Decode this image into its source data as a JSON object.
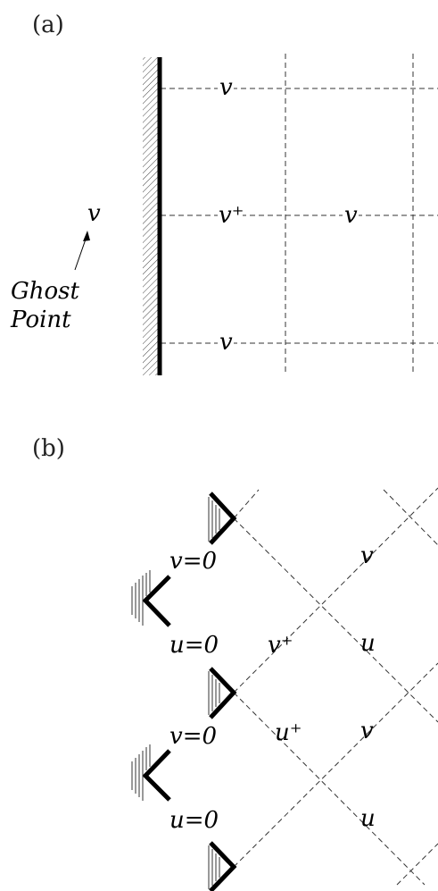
{
  "panel_a": {
    "label": "(a)",
    "node_v": "v",
    "node_v_plus": "v⁺",
    "ghost_v": "v",
    "ghost_line1": "Ghost",
    "ghost_line2": "Point"
  },
  "panel_b": {
    "label": "(b)",
    "node_v": "v",
    "node_u": "u",
    "node_v_plus": "v⁺",
    "node_u_plus": "u⁺",
    "bc_v": "v=0",
    "bc_u": "u=0"
  }
}
